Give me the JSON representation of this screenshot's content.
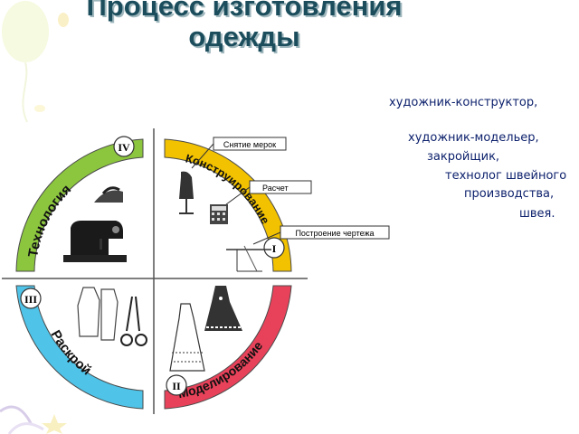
{
  "title": "Процесс изготовления одежды",
  "roles": [
    "художник-конструктор,",
    "художник-модельер,",
    "закройщик,",
    "технолог швейного",
    "производства,",
    "швея."
  ],
  "diagram": {
    "sectors": [
      {
        "name": "Технология",
        "numeral": "IV",
        "color": "#8cc63f"
      },
      {
        "name": "Конструирование",
        "numeral": "I",
        "color": "#f2c200"
      },
      {
        "name": "Моделирование",
        "numeral": "II",
        "color": "#e8425a"
      },
      {
        "name": "Раскрой",
        "numeral": "III",
        "color": "#4fc3e8"
      }
    ],
    "labels": {
      "measurements": "Снятие мерок",
      "calculation": "Расчет",
      "drafting": "Построение чертежа"
    }
  }
}
